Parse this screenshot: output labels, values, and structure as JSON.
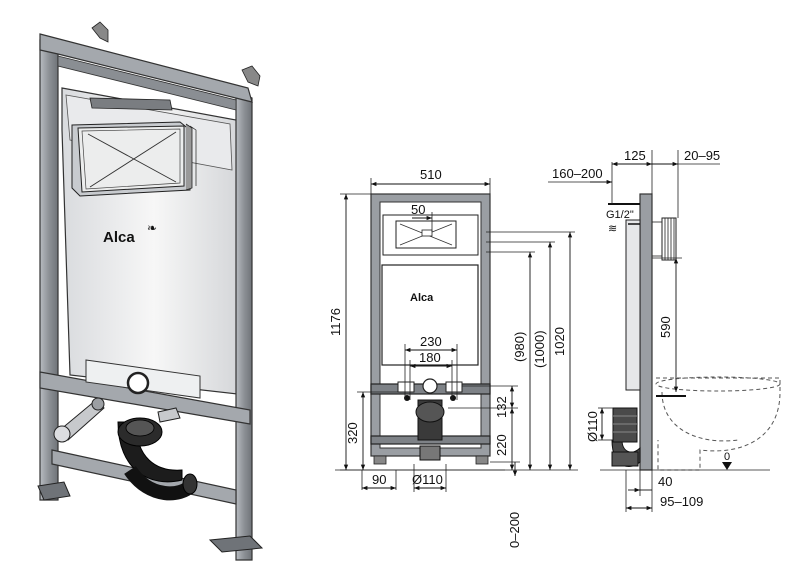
{
  "brand": {
    "logo_text": "Alca",
    "logo_text_small": "Alca"
  },
  "front_view": {
    "width_label": "510",
    "cistern_offset_label": "50",
    "height_total_label": "1176",
    "height_320_label": "320",
    "inner_width_230_label": "230",
    "inner_width_180_label": "180",
    "height_980_label": "(980)",
    "height_1000_label": "(1000)",
    "height_1020_label": "1020",
    "height_132_label": "132",
    "height_220_label": "220",
    "foot_90_label": "90",
    "pipe_dia_label": "Ø110",
    "adjust_label": "0–200"
  },
  "side_view": {
    "width_125_label": "125",
    "range_20_95_label": "20–95",
    "range_160_200_label": "160–200",
    "thread_label": "G1/2\"",
    "height_590_label": "590",
    "pipe_dia_label": "Ø110",
    "depth_40_label": "40",
    "range_95_109_label": "95–109",
    "floor_zero_label": "0"
  },
  "colors": {
    "frame": "#9a9ea3",
    "line": "#111111",
    "panel": "#f4f4f4"
  }
}
